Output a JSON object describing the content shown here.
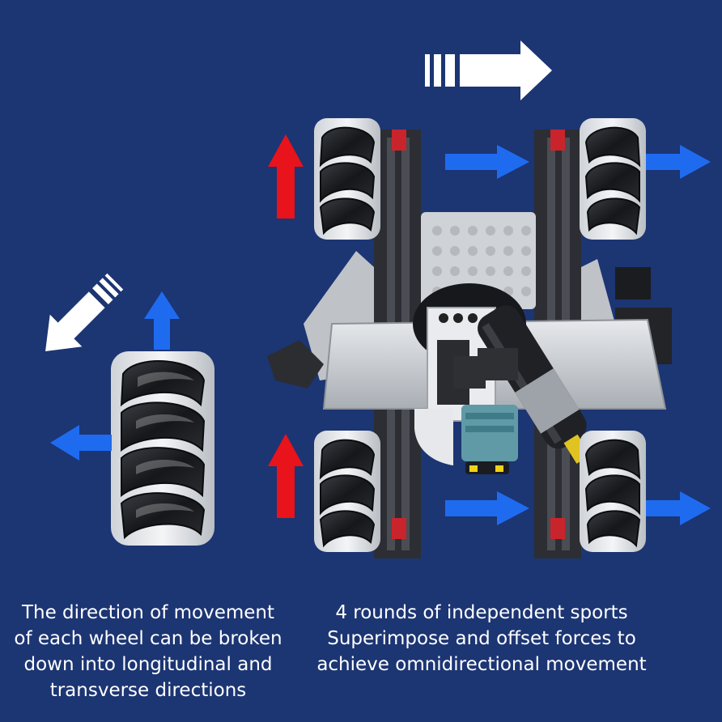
{
  "captions": {
    "left": [
      "The direction of movement",
      "of each wheel can be broken",
      "down into longitudinal and",
      "transverse directions"
    ],
    "right": [
      "4 rounds of independent sports",
      "Superimpose and offset forces to",
      "achieve omnidirectional movement"
    ]
  },
  "colors": {
    "background": "#1c3573",
    "forward_arrow": "#e8131b",
    "lateral_arrow": "#1f6bf0",
    "resultant_arrow": "#ffffff"
  },
  "icons": {
    "single_wheel": "mecanum-wheel-icon",
    "robot": "mecanum-robot-car-icon"
  }
}
